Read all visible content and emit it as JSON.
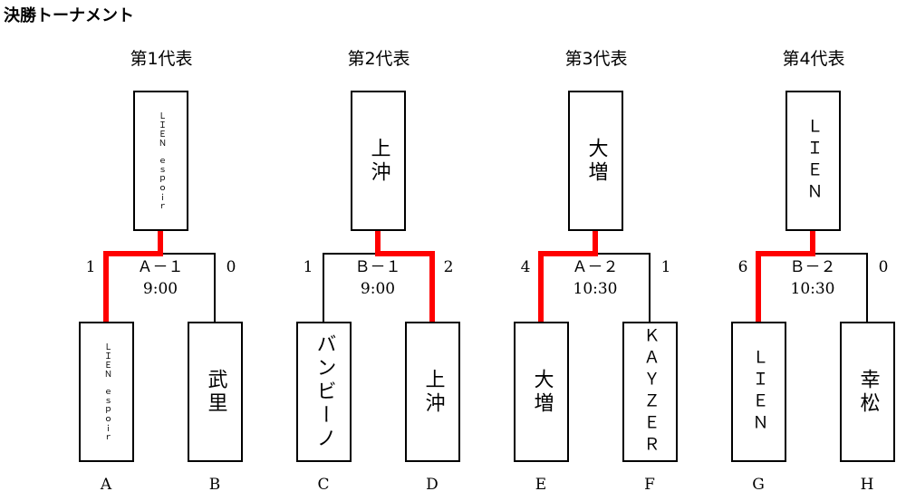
{
  "page_title": "決勝トーナメント",
  "brackets": [
    {
      "representative_label": "第1代表",
      "winner": "ＬＩＥＮ　ｅｓｐｏｉｒ",
      "match_name": "Ａ－１",
      "match_time": "9:00",
      "left": {
        "team": "ＬＩＥＮ　ｅｓｐｏｉｒ",
        "score": "1",
        "slot": "A"
      },
      "right": {
        "team": "武里",
        "score": "0",
        "slot": "B"
      },
      "winning_side": "left"
    },
    {
      "representative_label": "第2代表",
      "winner": "上沖",
      "match_name": "Ｂ－１",
      "match_time": "9:00",
      "left": {
        "team": "バンビーノ",
        "score": "1",
        "slot": "C"
      },
      "right": {
        "team": "上沖",
        "score": "2",
        "slot": "D"
      },
      "winning_side": "right"
    },
    {
      "representative_label": "第3代表",
      "winner": "大増",
      "match_name": "Ａ－２",
      "match_time": "10:30",
      "left": {
        "team": "大増",
        "score": "4",
        "slot": "E"
      },
      "right": {
        "team": "ＫＡＹＺＥＲ",
        "score": "1",
        "slot": "F"
      },
      "winning_side": "left"
    },
    {
      "representative_label": "第4代表",
      "winner": "ＬＩＥＮ",
      "match_name": "Ｂ－２",
      "match_time": "10:30",
      "left": {
        "team": "ＬＩＥＮ",
        "score": "6",
        "slot": "G"
      },
      "right": {
        "team": "幸松",
        "score": "0",
        "slot": "H"
      },
      "winning_side": "left"
    }
  ],
  "colors": {
    "line": "#000000",
    "winner_path": "#ff0000"
  }
}
